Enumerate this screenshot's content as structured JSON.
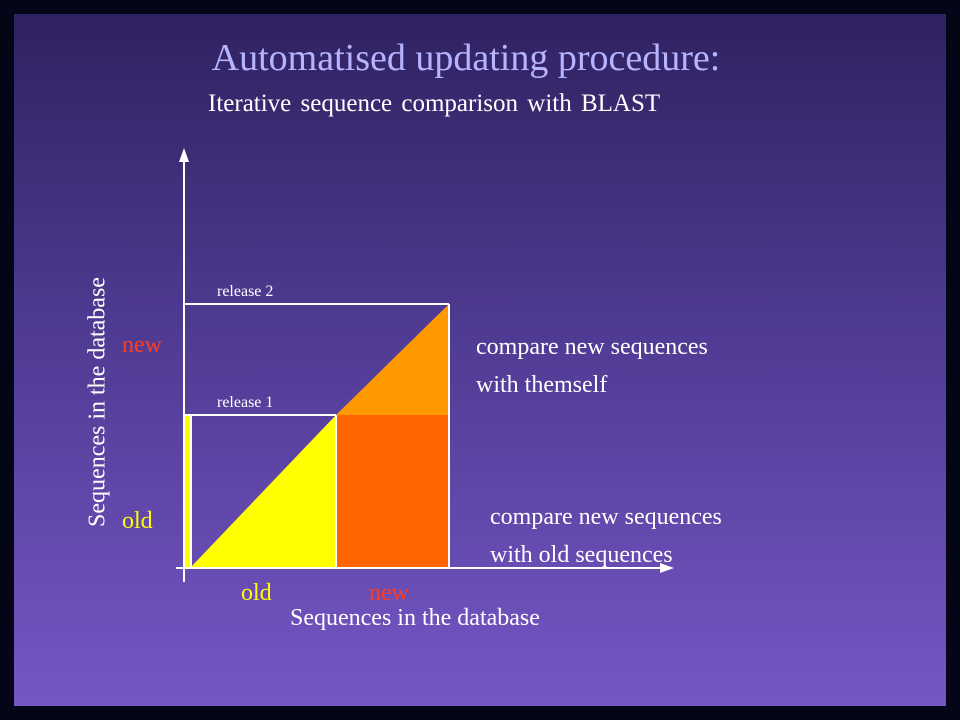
{
  "title": "Automatised updating procedure:",
  "subtitle": "Iterative sequence comparison with BLAST",
  "diagram": {
    "y_axis_label": "Sequences in the database",
    "x_axis_label": "Sequences in the database",
    "y_old_label": "old",
    "y_new_label": "new",
    "x_old_label": "old",
    "x_new_label": "new",
    "release1_label": "release 1",
    "release2_label": "release 2",
    "self_compare": {
      "line1": "compare new sequences",
      "line2": "with themself"
    },
    "old_compare": {
      "line1": "compare new sequences",
      "line2": "with old sequences"
    },
    "colors": {
      "old_triangle": "#ffff00",
      "new_block": "#ff6600",
      "new_triangle": "#ff9900",
      "old_label": "#ffff00",
      "new_label": "#ff3c1c"
    }
  }
}
